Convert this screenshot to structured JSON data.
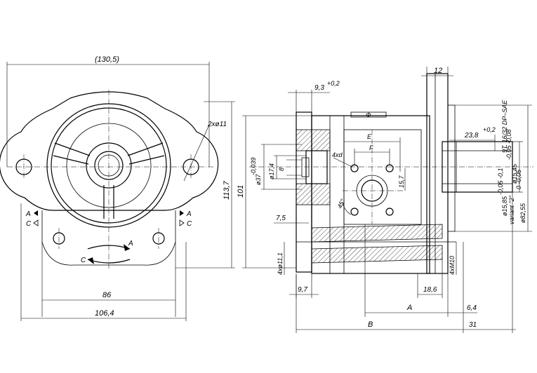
{
  "front_view": {
    "overall_width": "(130,5)",
    "holes": "2xø11",
    "height": "113,7",
    "port_spacing": "86",
    "base_width": "106,4",
    "rotation_a": "A",
    "rotation_c": "C",
    "label_a": "A",
    "label_c": "C"
  },
  "side_view": {
    "flange_thickness": "12",
    "dim_9_3": "9,3",
    "tol_9_3": "+0,2",
    "height_101": "101",
    "dim_e": "E",
    "dim_f": "F",
    "dim_4xd": "4xd",
    "dim_15_7": "15,7",
    "dim_8": "8",
    "dim_17_4": "ø17,4",
    "dim_37": "ø37",
    "tol_37": "-0,039",
    "angle_45": "45°",
    "dim_7_5": "7,5",
    "dim_11_1": "4xø11,1",
    "dim_9_7": "9,7",
    "dim_18_6": "18,6",
    "dim_a": "A",
    "dim_6_4": "6,4",
    "dim_b": "B",
    "dim_31": "31",
    "thread": "4xM10",
    "dim_23_8": "23,8",
    "tol_23_8": "+0,2",
    "spline": "9T. 16/32 DP–SAE",
    "dim_15_45": "ø15,45",
    "tol_15_45": "-0,05 -0,08",
    "dim_15_85": "ø15,85",
    "tol_15_85": "-0,05 -0,1",
    "variant": "variant \"2\"",
    "dim_82_55": "ø82,55",
    "tol_82_55": "0 -0,05",
    "phi_symbol": "Φ"
  }
}
